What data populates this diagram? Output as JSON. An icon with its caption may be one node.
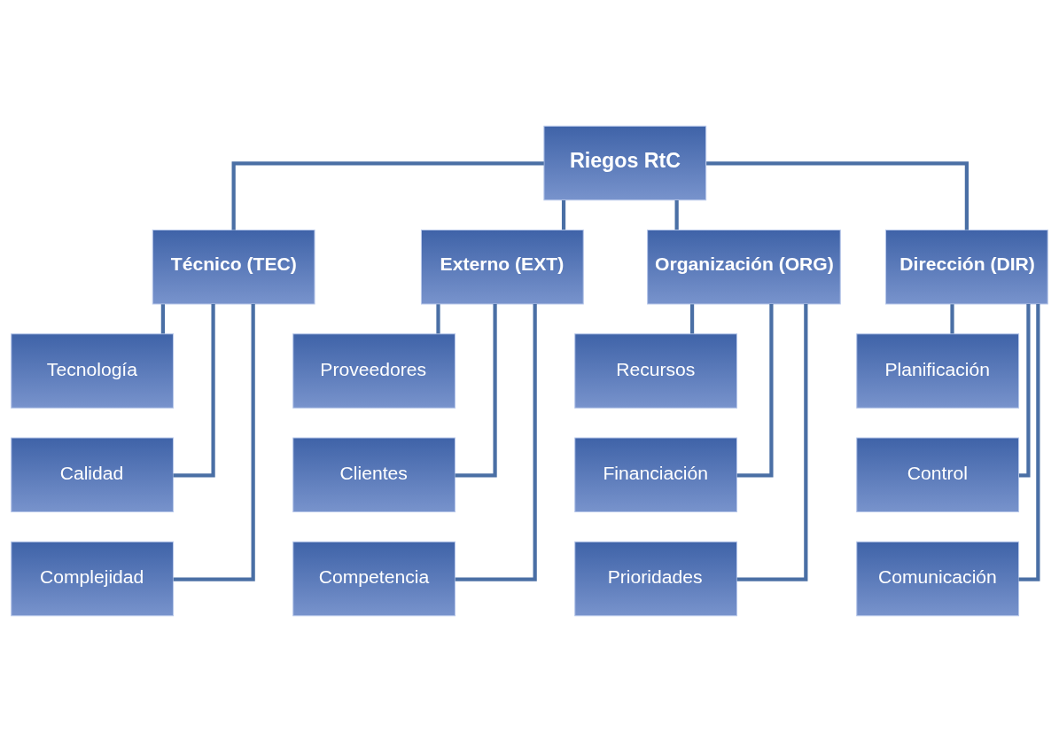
{
  "diagram": {
    "nodes": [
      {
        "text": [
          "Riegos RtC"
        ]
      },
      {
        "text": [
          "Técnico (TEC)"
        ]
      },
      {
        "text": [
          "Externo (EXT)"
        ]
      },
      {
        "text": [
          "Organización (ORG)"
        ]
      },
      {
        "text": [
          "Dirección (DIR)"
        ]
      },
      {
        "text": [
          "Tecnología"
        ]
      },
      {
        "text": [
          "Calidad"
        ]
      },
      {
        "text": [
          "Complejidad"
        ]
      },
      {
        "text": [
          "Proveedores"
        ]
      },
      {
        "text": [
          "Clientes"
        ]
      },
      {
        "text": [
          "Competencia"
        ]
      },
      {
        "text": [
          "Recursos"
        ]
      },
      {
        "text": [
          "Financiación"
        ]
      },
      {
        "text": [
          "Prioridades"
        ]
      },
      {
        "text": [
          "Planificación"
        ]
      },
      {
        "text": [
          "Control"
        ]
      },
      {
        "text": [
          "Comunicación"
        ]
      }
    ],
    "edges": [
      {
        "from": 0,
        "to": 1,
        "arrow": "none"
      },
      {
        "from": 0,
        "to": 2,
        "arrow": "none"
      },
      {
        "from": 0,
        "to": 3,
        "arrow": "none"
      },
      {
        "from": 0,
        "to": 4,
        "arrow": "none"
      },
      {
        "from": 1,
        "to": 5,
        "arrow": "none"
      },
      {
        "from": 1,
        "to": 6,
        "arrow": "none"
      },
      {
        "from": 1,
        "to": 7,
        "arrow": "none"
      },
      {
        "from": 2,
        "to": 8,
        "arrow": "none"
      },
      {
        "from": 2,
        "to": 9,
        "arrow": "none"
      },
      {
        "from": 2,
        "to": 10,
        "arrow": "none"
      },
      {
        "from": 3,
        "to": 11,
        "arrow": "none"
      },
      {
        "from": 3,
        "to": 12,
        "arrow": "none"
      },
      {
        "from": 3,
        "to": 13,
        "arrow": "none"
      },
      {
        "from": 4,
        "to": 14,
        "arrow": "none"
      },
      {
        "from": 4,
        "to": 15,
        "arrow": "none"
      },
      {
        "from": 4,
        "to": 16,
        "arrow": "none"
      }
    ]
  }
}
